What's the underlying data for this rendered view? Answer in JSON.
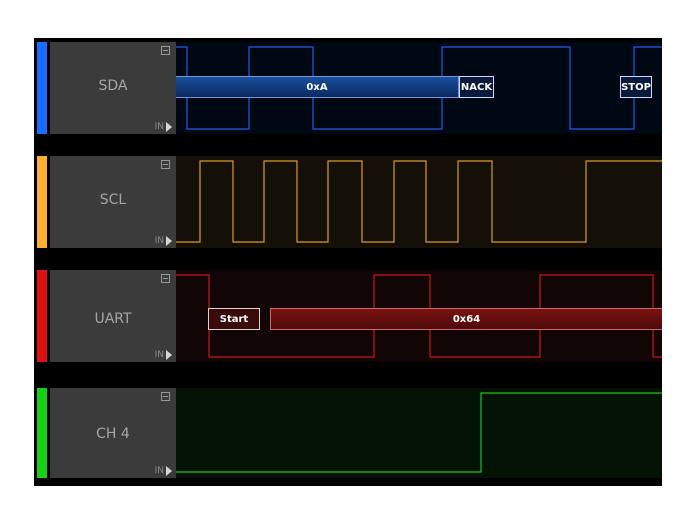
{
  "channels": [
    {
      "id": "sda",
      "name": "SDA",
      "color": "#1a6cff",
      "wave_color": "#1f5fe6",
      "bg_color": "#000814",
      "input_label": "IN",
      "decodes": [
        {
          "label": "0xA",
          "kind": "data",
          "fill": "#0d3b7a",
          "border": "#6f96d6"
        },
        {
          "label": "NACK",
          "kind": "ack",
          "fill": "#0a1a3a",
          "border": "#d0d8ff"
        },
        {
          "label": "STOP",
          "kind": "stop",
          "fill": "#0a1a3a",
          "border": "#d0d8ff"
        }
      ]
    },
    {
      "id": "scl",
      "name": "SCL",
      "color": "#ffb030",
      "wave_color": "#d99a2b",
      "bg_color": "#140f07",
      "input_label": "IN",
      "decodes": []
    },
    {
      "id": "uart",
      "name": "UART",
      "color": "#dd1111",
      "wave_color": "#c41818",
      "bg_color": "#120505",
      "input_label": "IN",
      "decodes": [
        {
          "label": "Start",
          "kind": "start",
          "fill": "#3a0b0b",
          "border": "#e0d0d0"
        },
        {
          "label": "0x64",
          "kind": "data",
          "fill": "#5e0d0d",
          "border": "#c86a6a"
        }
      ]
    },
    {
      "id": "ch4",
      "name": "CH 4",
      "color": "#16d016",
      "wave_color": "#1fc21f",
      "bg_color": "#031203",
      "input_label": "IN",
      "decodes": []
    }
  ]
}
